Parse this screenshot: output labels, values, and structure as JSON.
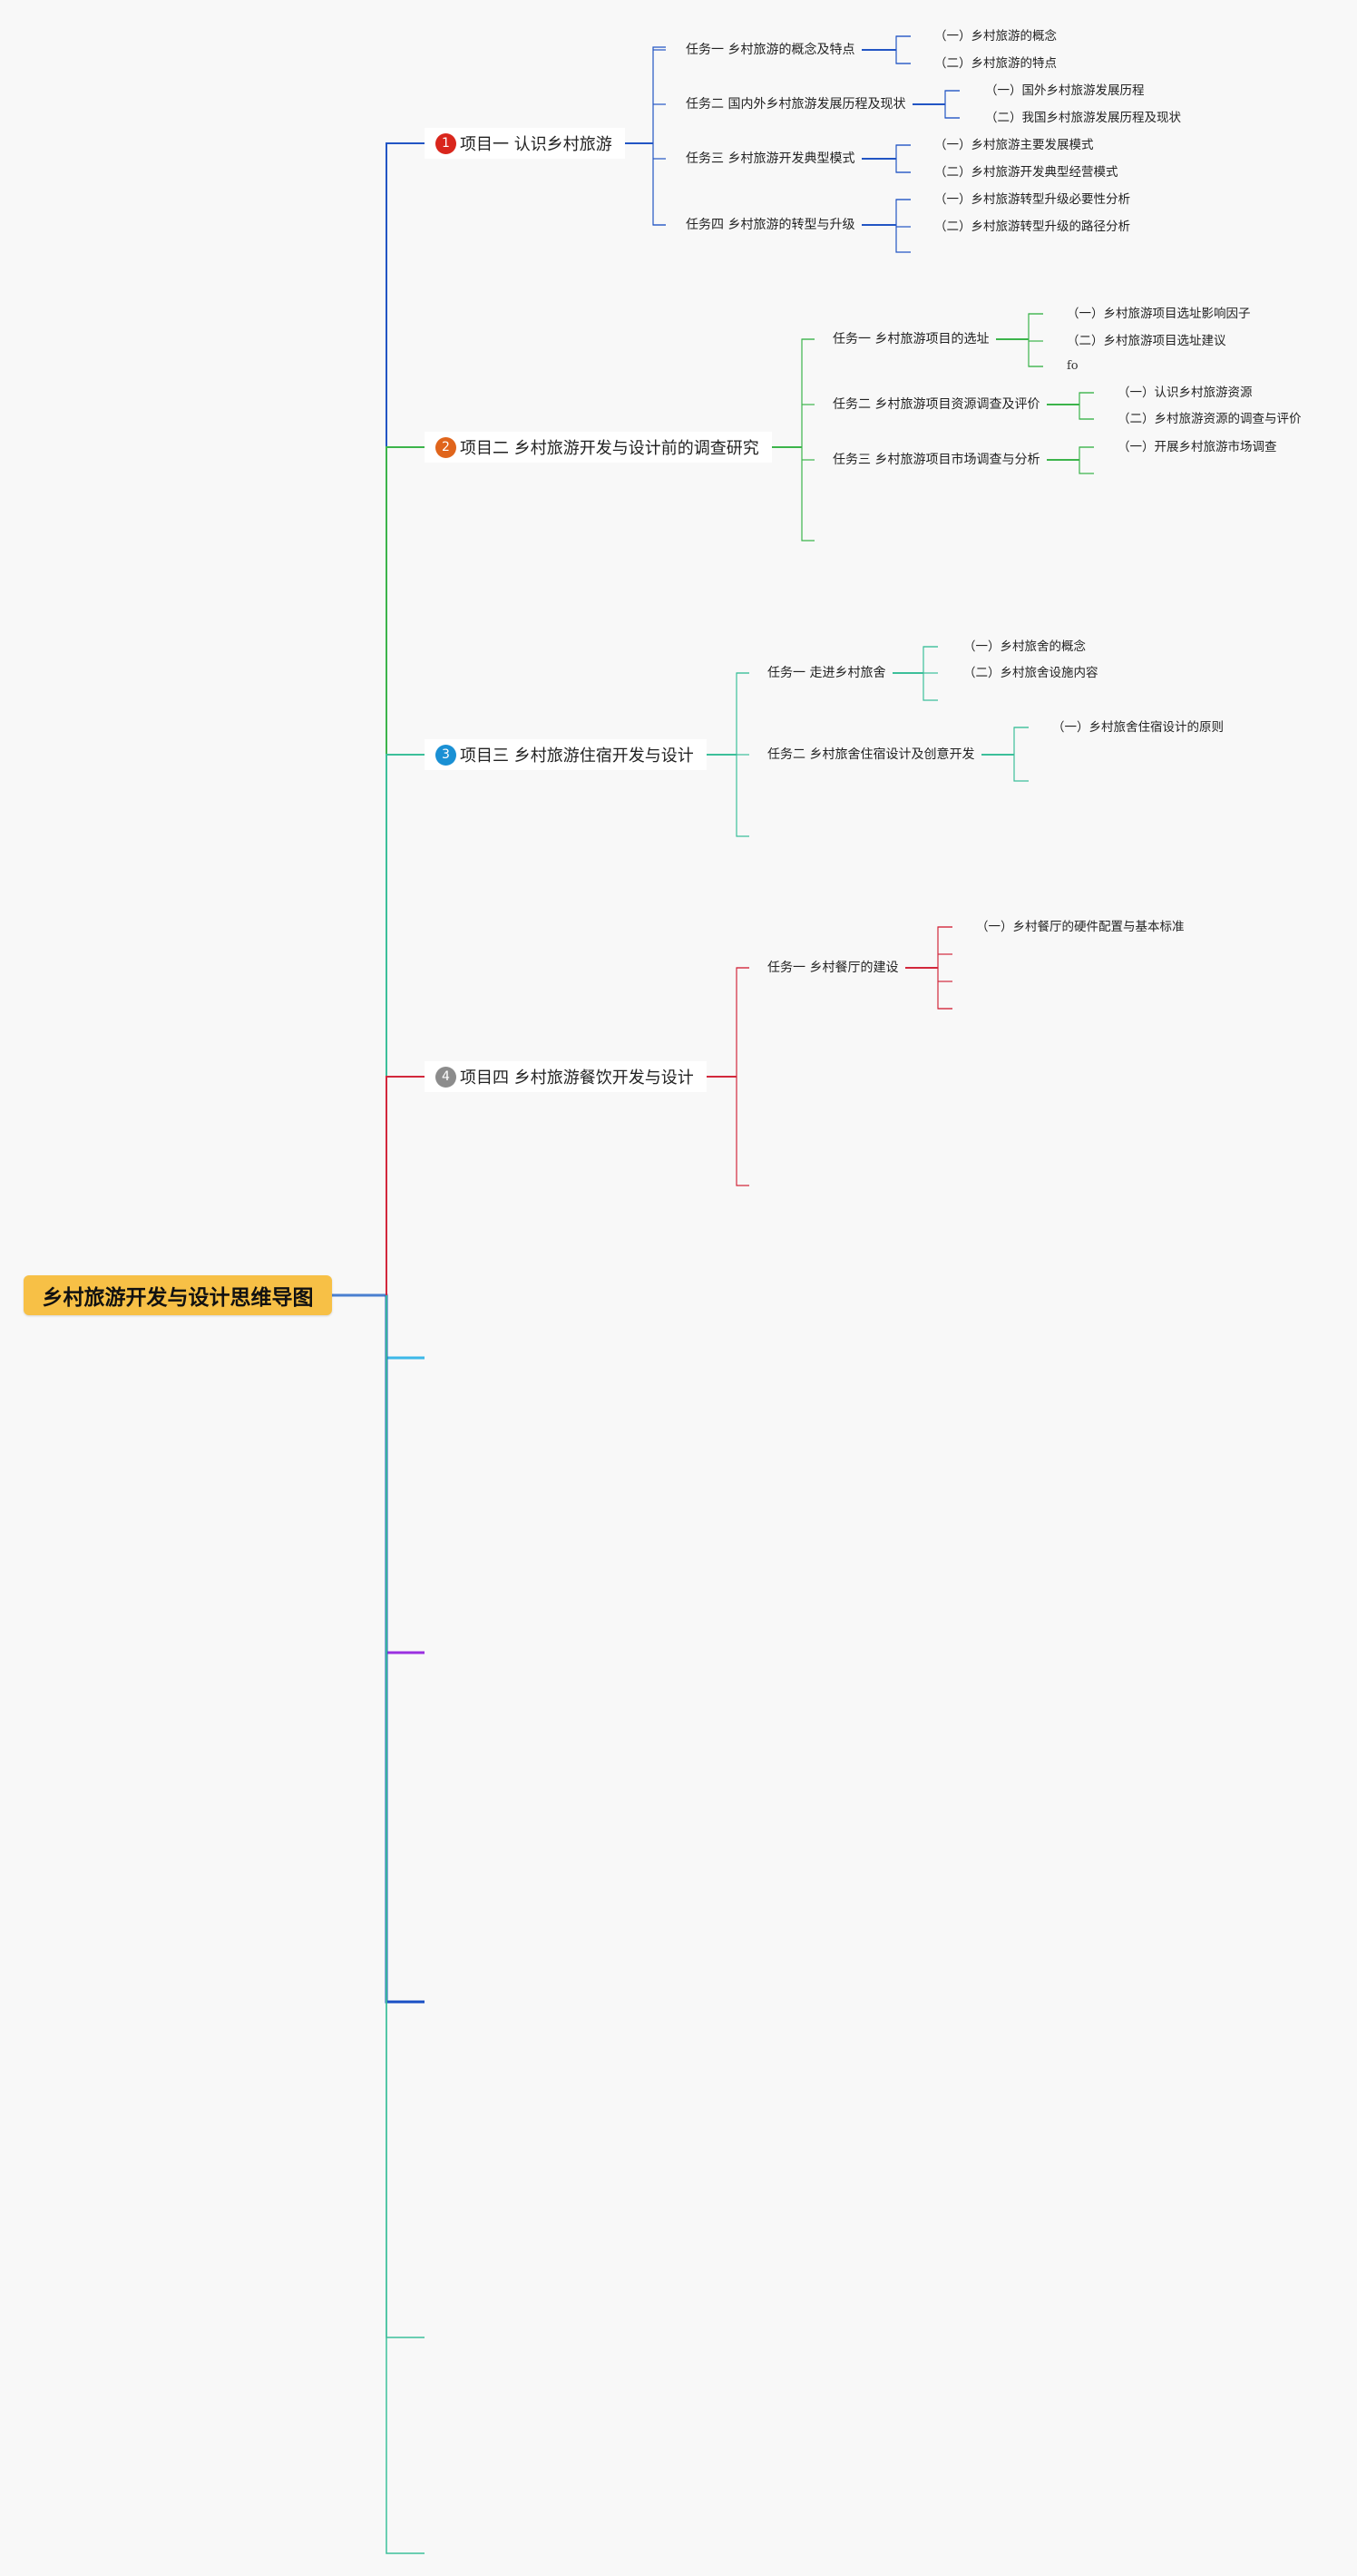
{
  "title": "乡村旅游开发与设计思维导图",
  "projects": [
    {
      "badge": "1",
      "label": "项目一 认识乡村旅游",
      "color": "#2255c4",
      "badge_color": "#d9261c",
      "tasks": [
        {
          "label": "任务一 乡村旅游的概念及特点",
          "items": [
            "（一）乡村旅游的概念",
            "（二）乡村旅游的特点"
          ]
        },
        {
          "label": "任务二 国内外乡村旅游发展历程及现状",
          "items": [
            "（一）国外乡村旅游发展历程",
            "（二）我国乡村旅游发展历程及现状"
          ]
        },
        {
          "label": "任务三 乡村旅游开发典型模式",
          "items": [
            "（一）乡村旅游主要发展模式",
            "（二）乡村旅游开发典型经营模式"
          ]
        },
        {
          "label": "任务四 乡村旅游的转型与升级",
          "items": [
            "（一）乡村旅游转型升级必要性分析",
            "（二）乡村旅游转型升级的路径分析"
          ]
        }
      ]
    },
    {
      "badge": "2",
      "label": "项目二 乡村旅游开发与设计前的调查研究",
      "color": "#3cb44b",
      "badge_color": "#e0651c",
      "tasks": [
        {
          "label": "任务一 乡村旅游项目的选址",
          "items": [
            "（一）乡村旅游项目选址影响因子",
            "（二）乡村旅游项目选址建议",
            "fo"
          ]
        },
        {
          "label": "任务二 乡村旅游项目资源调查及评价",
          "items": [
            "（一）认识乡村旅游资源",
            "（二）乡村旅游资源的调查与评价"
          ]
        },
        {
          "label": "任务三 乡村旅游项目市场调查与分析",
          "items": [
            "（一）开展乡村旅游市场调查"
          ]
        }
      ]
    },
    {
      "badge": "3",
      "label": "项目三 乡村旅游住宿开发与设计",
      "color": "#3cbf9a",
      "badge_color": "#1a90d4",
      "tasks": [
        {
          "label": "任务一 走进乡村旅舍",
          "items": [
            "（一）乡村旅舍的概念",
            "（二）乡村旅舍设施内容"
          ]
        },
        {
          "label": "任务二 乡村旅舍住宿设计及创意开发",
          "items": [
            "（一）乡村旅舍住宿设计的原则"
          ]
        }
      ]
    },
    {
      "badge": "4",
      "label": "项目四 乡村旅游餐饮开发与设计",
      "color": "#d2283c",
      "badge_color": "#8c8c8c",
      "tasks": [
        {
          "label": "任务一 乡村餐厅的建设",
          "items": [
            "（一）乡村餐厅的硬件配置与基本标准"
          ]
        }
      ]
    }
  ],
  "empty_branch_colors": [
    "#3db8e8",
    "#9b30e0",
    "#1a4fc4",
    "#3cbf9a",
    "#3cbf9a"
  ]
}
